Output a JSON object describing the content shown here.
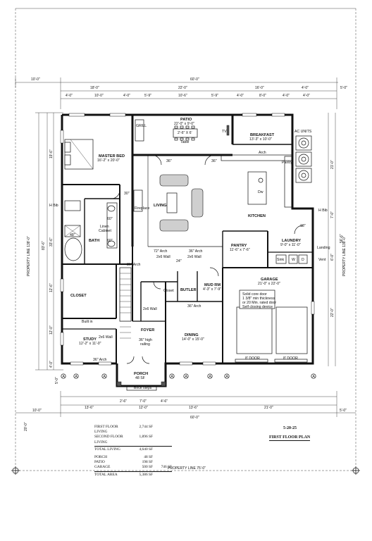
{
  "drawing": {
    "date": "5-20-25",
    "title": "FIRST FLOOR PLAN"
  },
  "property_lines": {
    "left": "PROPERTY LINE 138'-0\"",
    "right": "PROPERTY LINE 138'-0\"",
    "bottom": "PROPERTY LINE 75'-0\""
  },
  "dimensions": {
    "top_overall": "60'-0\"",
    "top_setback_left": "10'-0\"",
    "top_setback_right": "5'-0\"",
    "top_row1": [
      "18'-0\"",
      "22'-0\"",
      "16'-0\"",
      "4'-0\""
    ],
    "top_row2": [
      "4'-0\"",
      "10'-0\"",
      "4'-0\"",
      "5'-9\"",
      "10'-6\"",
      "5'-9\"",
      "4'-0\"",
      "8'-0\"",
      "4'-0\"",
      "4'-0\""
    ],
    "left_overall": "83'-6\"",
    "left_parts": [
      "19'-6\"",
      "33'-6\"",
      "12'-6\"",
      "12'-0\"",
      "4'-0\""
    ],
    "left_extra": [
      "20'-0\"",
      "5'-0\""
    ],
    "right_overall": "56'-6\"",
    "right_parts": [
      "21'-0\"",
      "22'-0\"",
      "7'-0\"",
      "6'-0\""
    ],
    "bottom_row1": [
      "2'-6\"",
      "7'-0\"",
      "4'-6\""
    ],
    "bottom_row2": [
      "13'-6\"",
      "12'-0\"",
      "13'-6\"",
      "21'-0\""
    ],
    "bottom_overall": "60'-0\"",
    "bottom_setback_left": "10'-0\"",
    "bottom_setback_right": "5'-0\"",
    "bottom_depth": "20'-0\""
  },
  "rooms": {
    "patio": {
      "name": "PATIO",
      "size": "22'-0\" x 9'-0\""
    },
    "table": {
      "name": "2'-6\" X 6'",
      "sub": "Table"
    },
    "grill": "GRILL",
    "tv": "TV",
    "breakfast": {
      "name": "BREAKFAST",
      "size": "13'-3\" x 10'-0\""
    },
    "ac_units": "AC UNITS",
    "master_bed": {
      "name": "MASTER BED",
      "size": "16'-2\" x 20'-0\""
    },
    "living": "LIVING",
    "fireplace": "Fireplace",
    "kitchen": "KITCHEN",
    "arch": "Arch",
    "pantry_label": "Pantry",
    "dw": "Dw",
    "bath": "BATH",
    "linen_cabinet": [
      "Linen",
      "Cabinet"
    ],
    "h_bib_left": "H Bib",
    "h_bib_right": "H Bib",
    "closet": "CLOSET",
    "pantry": {
      "name": "PANTRY",
      "size": "11'-6\" x 7'-6\""
    },
    "laundry": {
      "name": "LAUNDRY",
      "size": "9'-0\" x 11'-0\""
    },
    "landing": "Landing",
    "vent": "Vent",
    "sink": "Sink",
    "washer": "W",
    "dryer": "D",
    "arch_72": "72\" Arch",
    "arch_36a": "36\" Arch",
    "arch_36b": "36\" Arch",
    "arch_36c": "36\" Arch",
    "arch_36d": "36\" Arch",
    "wall_2x6a": "2x6 Wall",
    "wall_2x6b": "2x6 Wall",
    "wall_2x6c": "2x6 Wall",
    "wall_2x6d": "2x6 Wall",
    "garage": {
      "name": "GARAGE",
      "size": "21'-0\" x 22'-0\""
    },
    "door_note": [
      "Solid core door",
      "1 3/8\" min thickness",
      "or 20 Min. rated door",
      "Self closing device"
    ],
    "closet_small": "Closet",
    "butler": "BUTLER",
    "mud_rm": {
      "name": "MUD RM",
      "size": "4'-3\" x 7'-9\""
    },
    "built_in": "Built in",
    "study": {
      "name": "STUDY",
      "size": "12'-2\" x 11'-0\""
    },
    "foyer": "FOYER",
    "railing": [
      "36\" high",
      "railing"
    ],
    "dining": {
      "name": "DINING",
      "size": "14'-0\" x 15'-0\""
    },
    "porch": {
      "name": "PORCH",
      "size": "48 SF"
    },
    "brick_steps": "Brick steps",
    "door_8a": "8' DOOR",
    "door_8b": "8' DOOR",
    "misc_30": "30\"",
    "misc_36": "36\"",
    "misc_24": "24\"",
    "misc_60a": "60\"",
    "misc_60b": "60\"",
    "misc_48": "48\"",
    "misc_36b": "36\"",
    "misc_18": "18\""
  },
  "area_table": [
    {
      "label": "FIRST FLOOR LIVING",
      "value": "2,744 SF",
      "total": ""
    },
    {
      "label": "SECOND FLOOR LIVING",
      "value": "1,896 SF",
      "total": ""
    },
    {
      "label": "TOTAL  LIVING",
      "value": "4,640 SF",
      "total": ""
    },
    {
      "label": "PORCH",
      "value": "48 SF",
      "total": ""
    },
    {
      "label": "PATIO",
      "value": "198 SF",
      "total": ""
    },
    {
      "label": "GARAGE",
      "value": "500 SF",
      "total": "746 SF"
    },
    {
      "label": "TOTAL  AREA",
      "value": "5,386 SF",
      "total": ""
    }
  ],
  "column_markers": [
    "A",
    "A",
    "A",
    "A",
    "A",
    "A",
    "A",
    "A"
  ]
}
